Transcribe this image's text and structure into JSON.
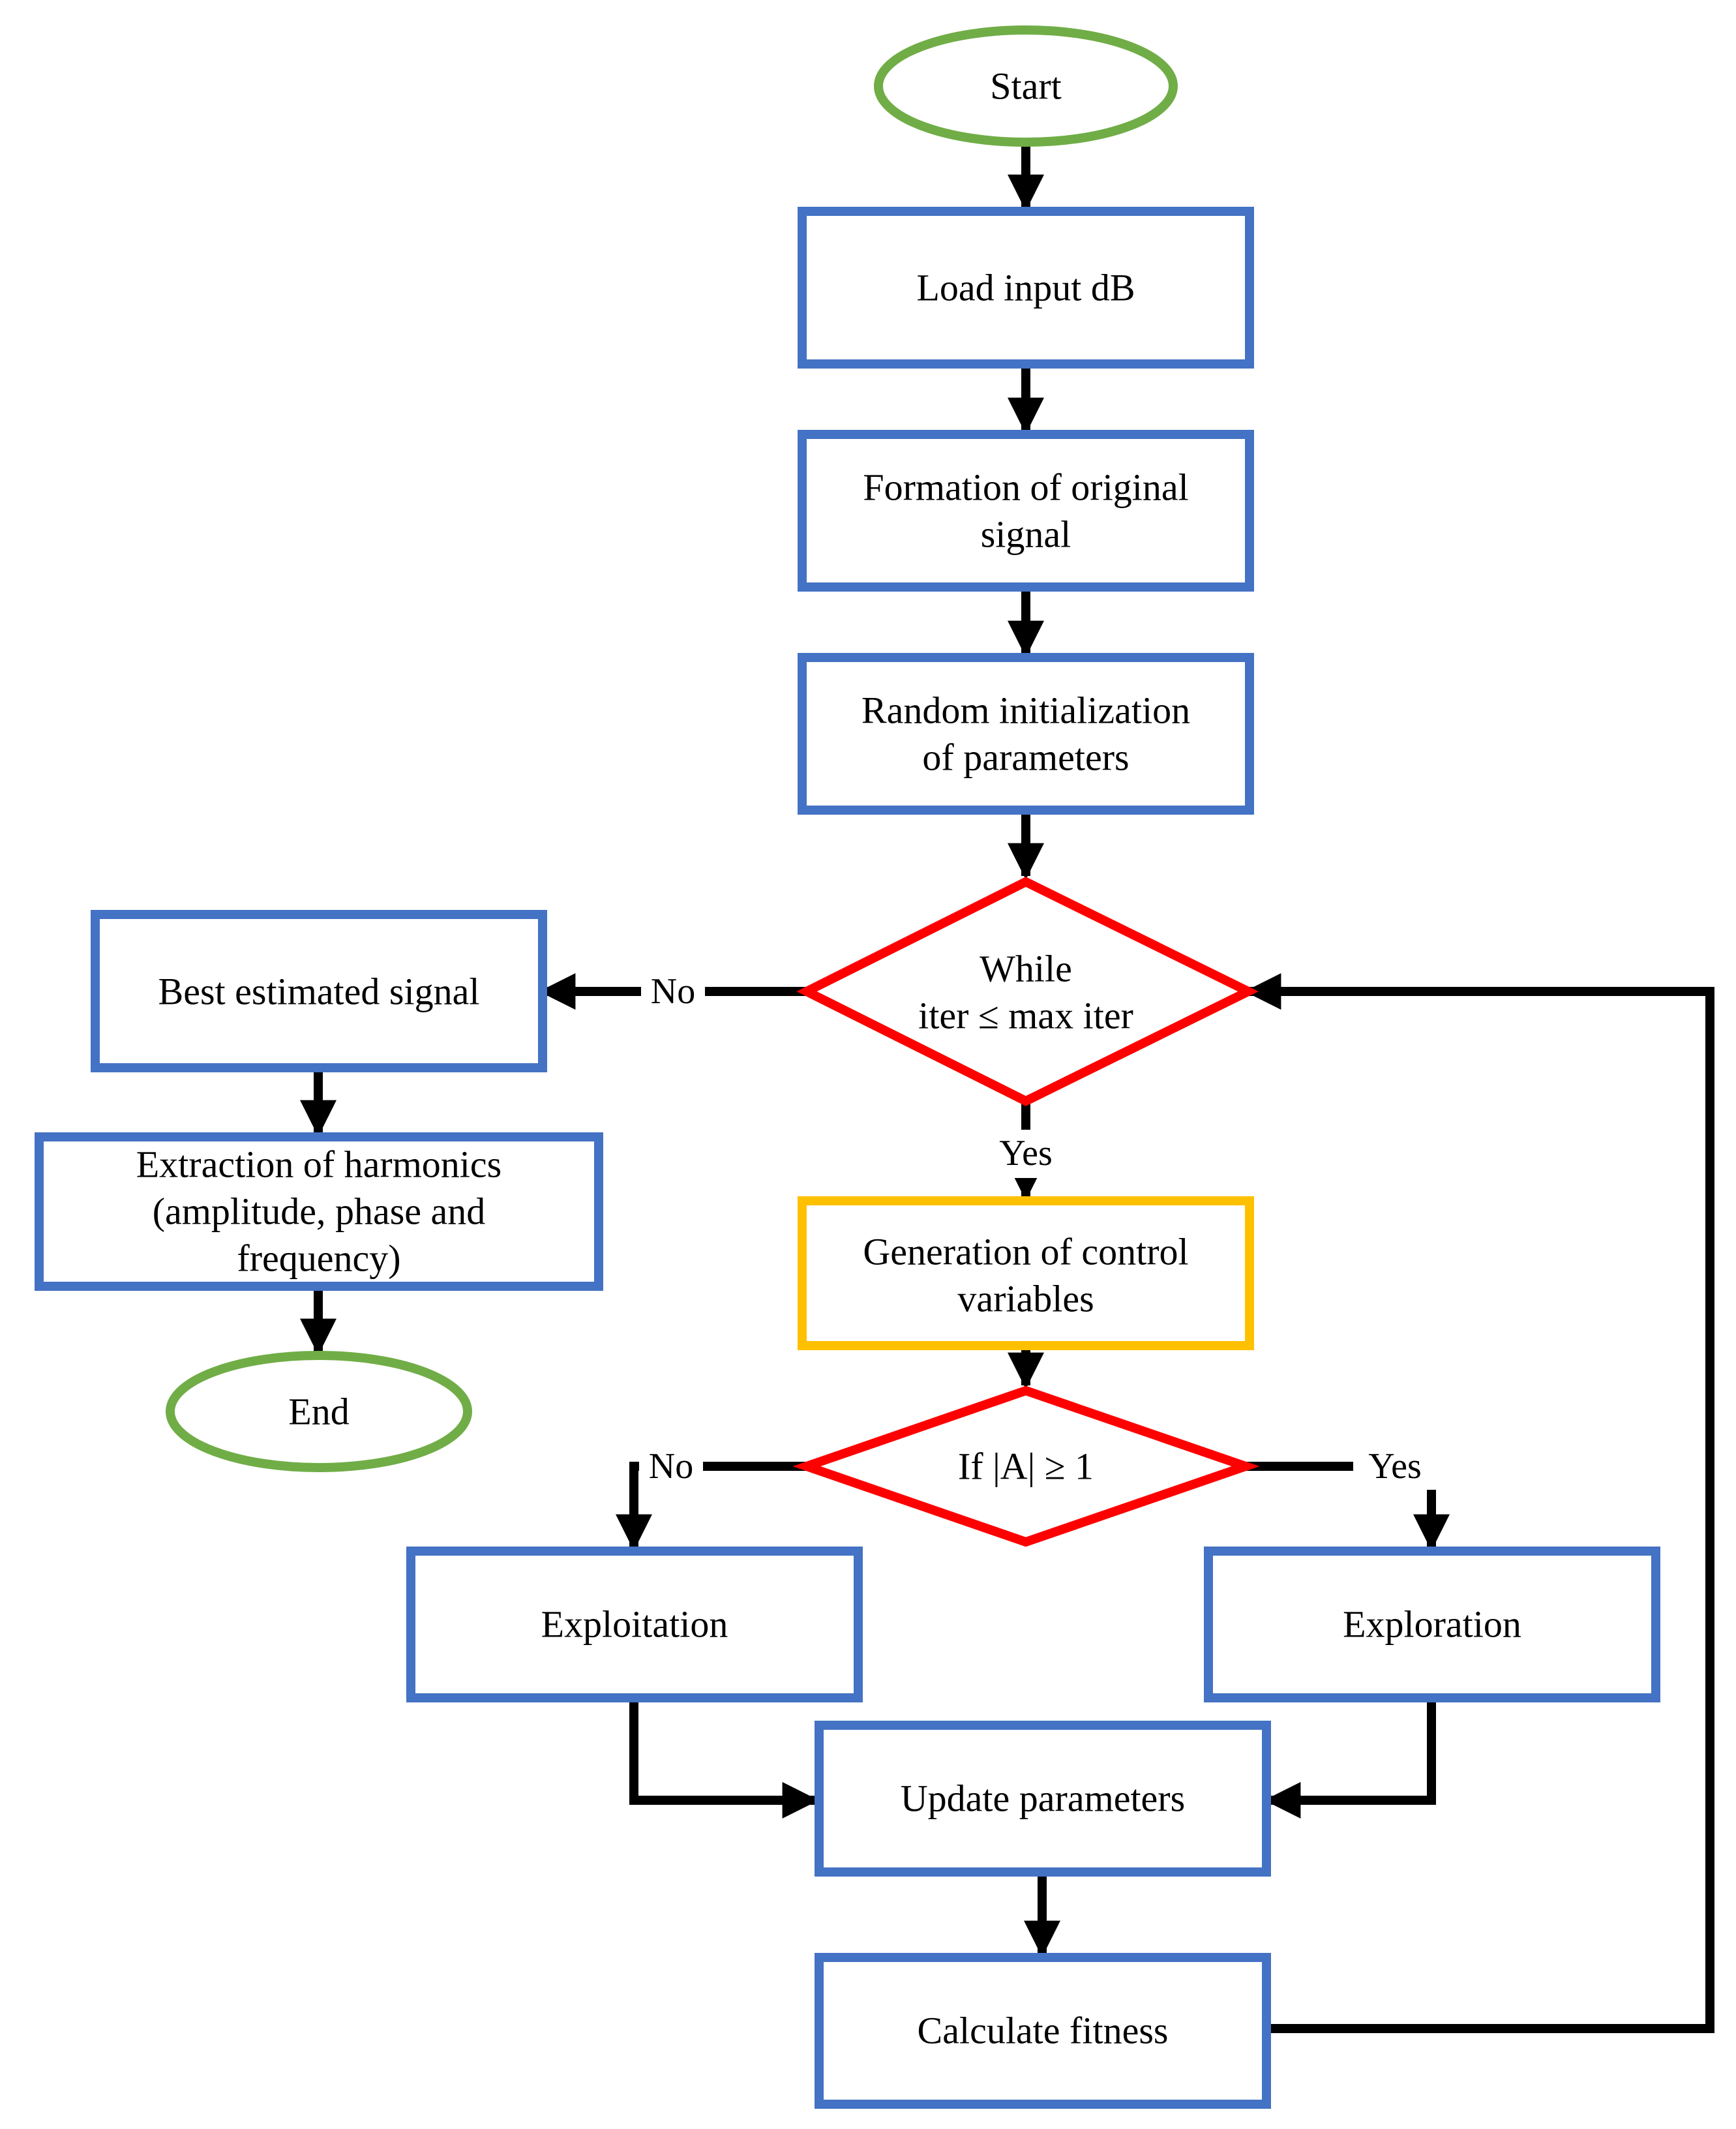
{
  "colors": {
    "terminal_stroke": "#70ad47",
    "process_stroke": "#4472c4",
    "decision_stroke": "#ff0000",
    "highlight_stroke": "#ffc000",
    "connector": "#000000"
  },
  "nodes": {
    "start": "Start",
    "load_input": "Load input dB",
    "formation_line1": "Formation of original",
    "formation_line2": "signal",
    "random_init_line1": "Random initialization",
    "random_init_line2": "of parameters",
    "while_line1": "While",
    "while_line2": "iter ≤ max iter",
    "best_signal": "Best estimated signal",
    "extraction_line1": "Extraction of harmonics",
    "extraction_line2": "(amplitude, phase and",
    "extraction_line3": "frequency)",
    "end": "End",
    "generation_line1": "Generation of control",
    "generation_line2": "variables",
    "if_condition": "If |A| ≥ 1",
    "exploitation": "Exploitation",
    "exploration": "Exploration",
    "update": "Update parameters",
    "fitness": "Calculate fitness"
  },
  "edge_labels": {
    "while_no": "No",
    "while_yes": "Yes",
    "if_no": "No",
    "if_yes": "Yes"
  }
}
